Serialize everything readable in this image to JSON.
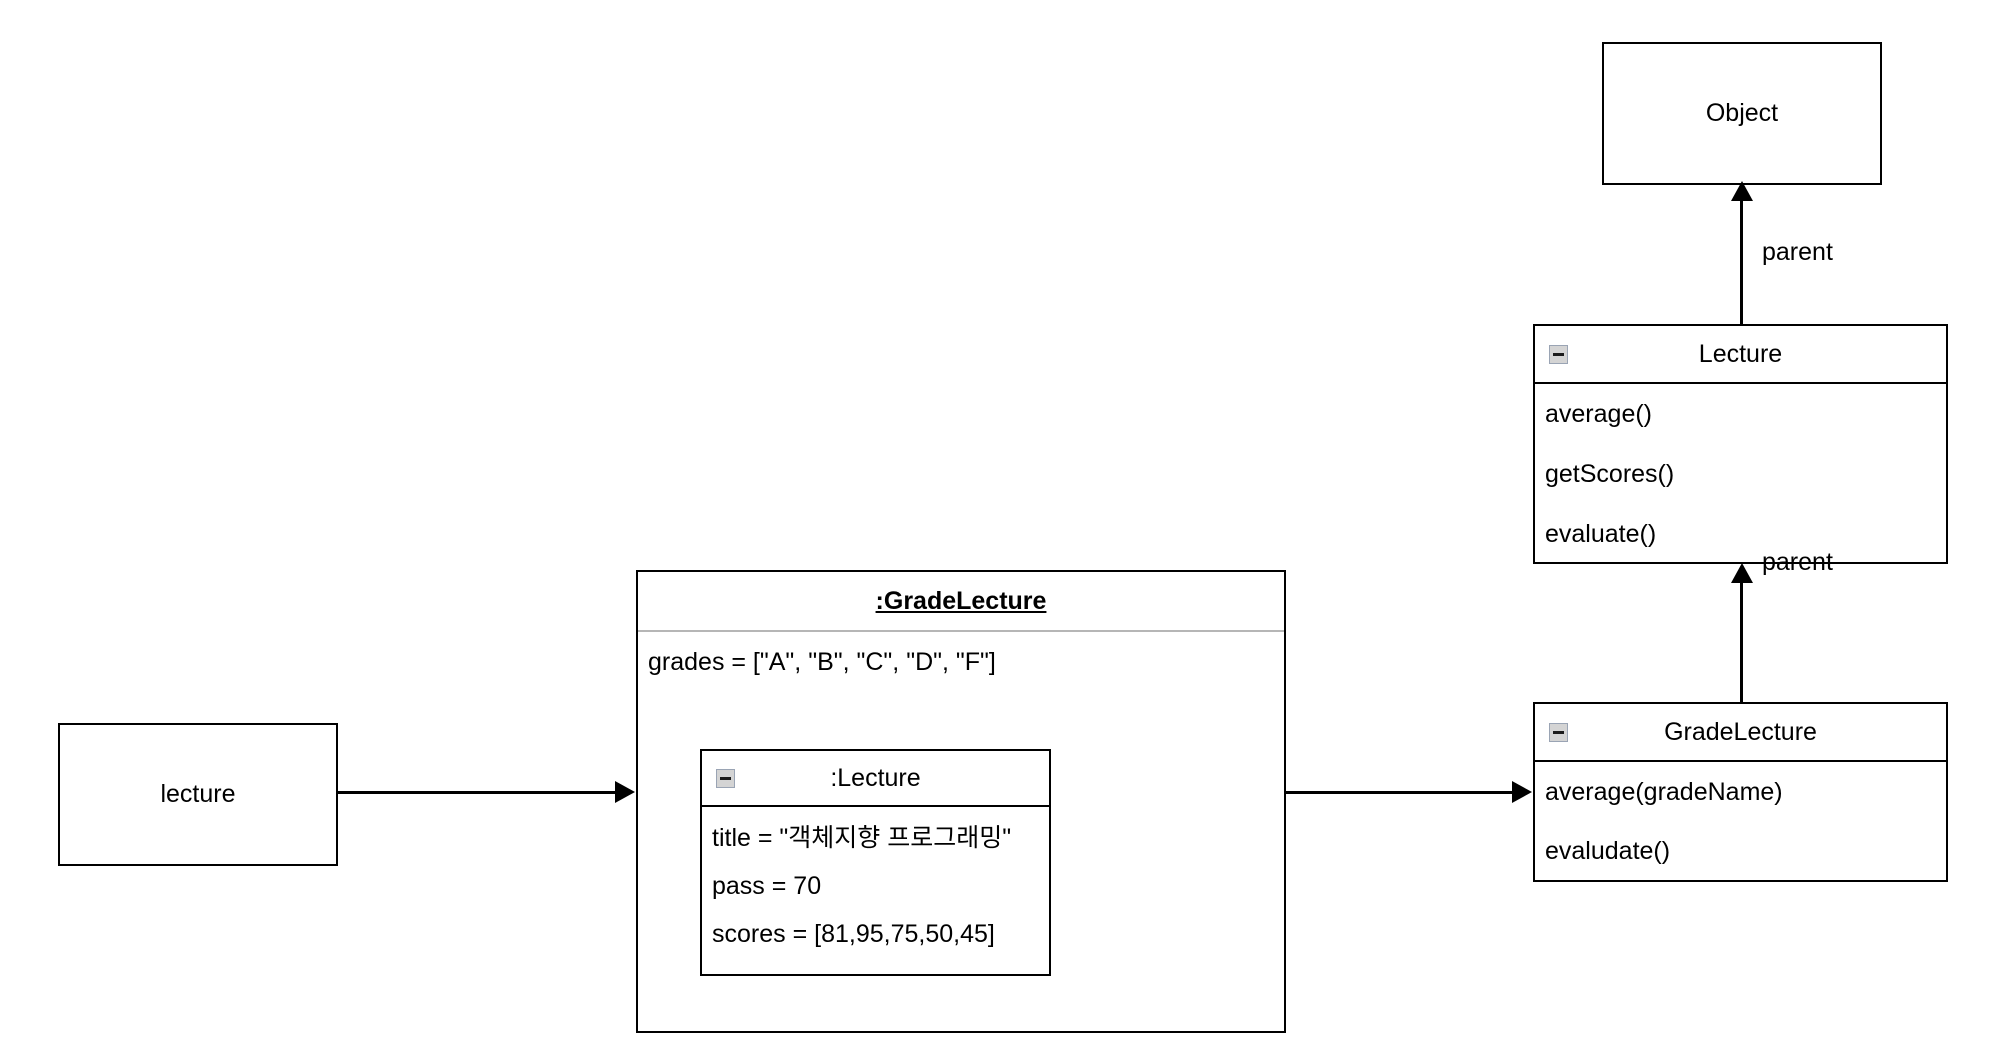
{
  "diagram": {
    "title": "Lecture / GradeLecture object and class diagram",
    "colors": {
      "stroke": "#000000",
      "background": "#ffffff",
      "soft_divider": "#b6b6b6",
      "icon_fill": "#d4d4d4",
      "icon_border": "#9aa4b4"
    }
  },
  "nodes": {
    "lecture_ref": {
      "label": "lecture"
    },
    "object_class": {
      "name": "Object"
    },
    "lecture_class": {
      "name": "Lecture",
      "collapse_icon": "collapse-minus-icon",
      "methods": [
        "average()",
        "getScores()",
        "evaluate()"
      ]
    },
    "gradelecture_class": {
      "name": "GradeLecture",
      "collapse_icon": "collapse-minus-icon",
      "methods": [
        "average(gradeName)",
        "evaludate()"
      ]
    },
    "gradelecture_object": {
      "name": ":GradeLecture",
      "attributes": [
        "grades = [\"A\", \"B\", \"C\", \"D\", \"F\"]"
      ]
    },
    "lecture_object": {
      "name": ":Lecture",
      "collapse_icon": "collapse-minus-icon",
      "attributes": [
        "title = \"객체지향 프로그래밍\"",
        "pass = 70",
        "scores = [81,95,75,50,45]"
      ]
    }
  },
  "edges": {
    "lecture_to_object": {
      "label": "",
      "type": "reference-arrow"
    },
    "object_to_class": {
      "label": "",
      "type": "reference-arrow"
    },
    "lecture_parent": {
      "label": "parent",
      "type": "parent-arrow"
    },
    "gradelecture_parent": {
      "label": "parent",
      "type": "parent-arrow"
    }
  }
}
